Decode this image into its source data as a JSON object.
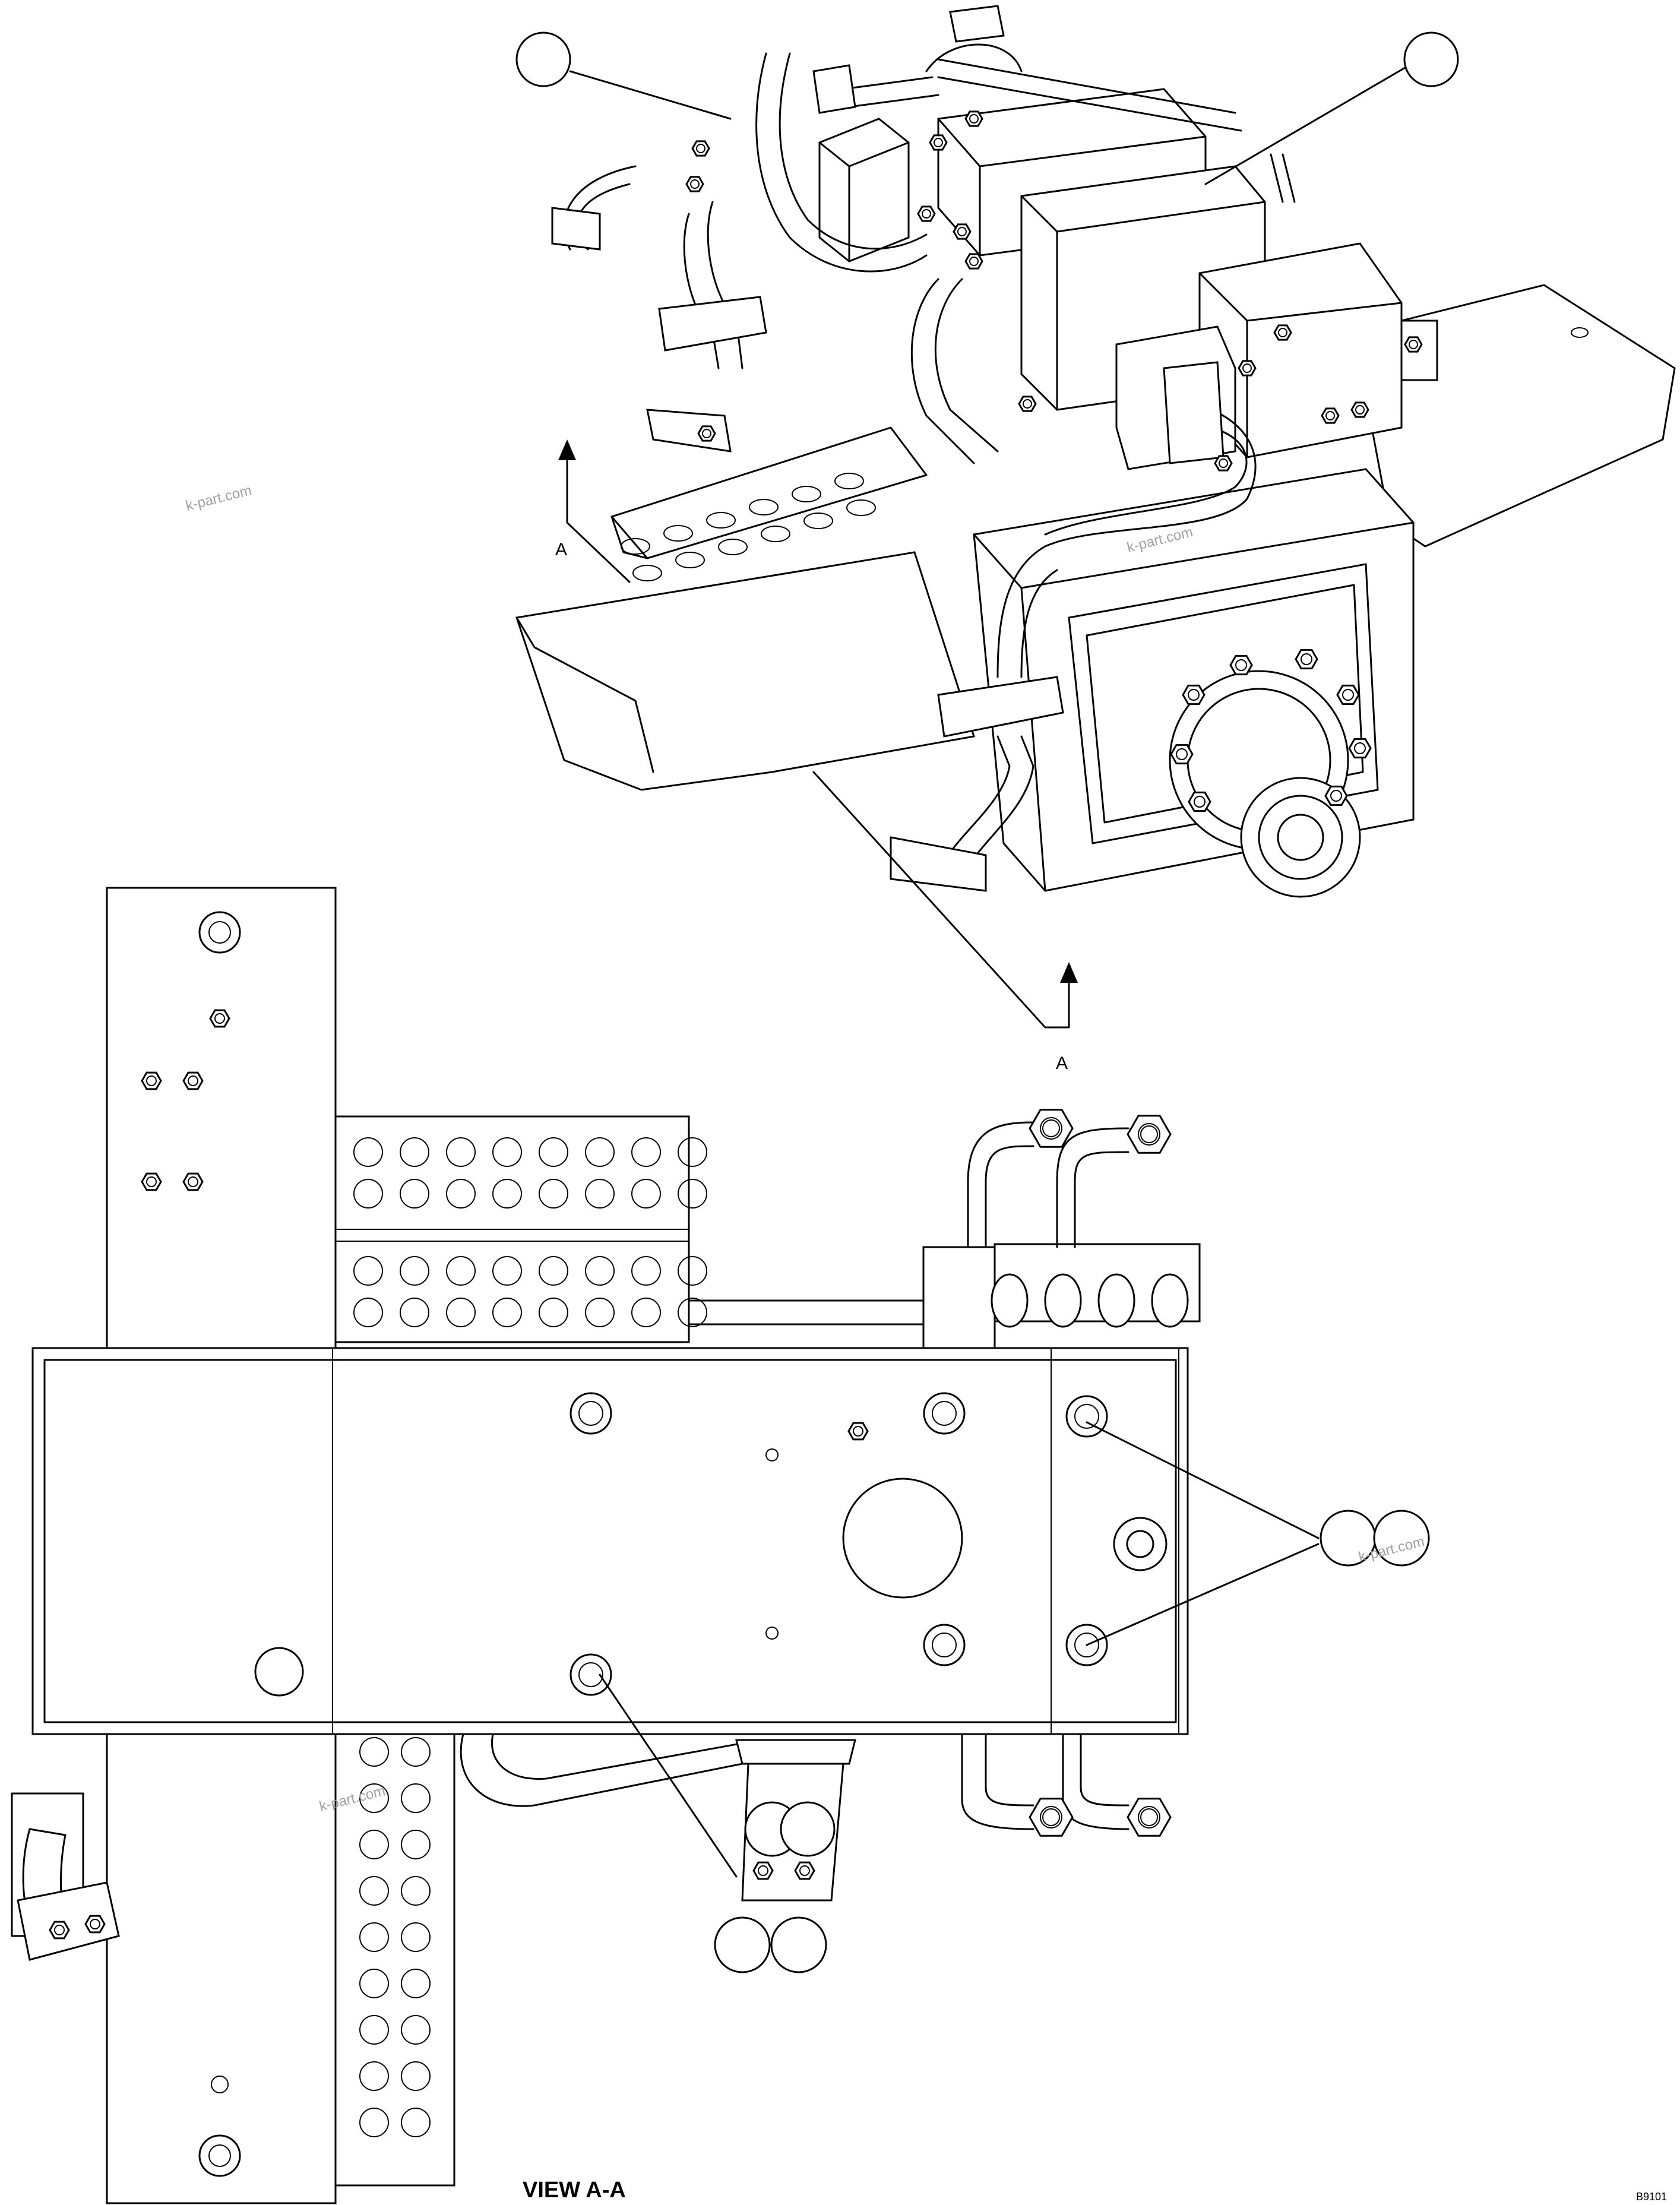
{
  "section_marks": {
    "upper": "A",
    "lower": "A"
  },
  "watermarks": [
    "k-part.com",
    "k-part.com",
    "k-part.com",
    "k-part.com"
  ],
  "view_caption": "VIEW A-A",
  "drawing_code": "B9101",
  "callouts": [
    {
      "id": "callout-1",
      "text": ""
    },
    {
      "id": "callout-2",
      "text": ""
    },
    {
      "id": "callout-3",
      "text": ""
    },
    {
      "id": "callout-4",
      "text": ""
    },
    {
      "id": "callout-5",
      "text": ""
    },
    {
      "id": "callout-6",
      "text": ""
    }
  ]
}
